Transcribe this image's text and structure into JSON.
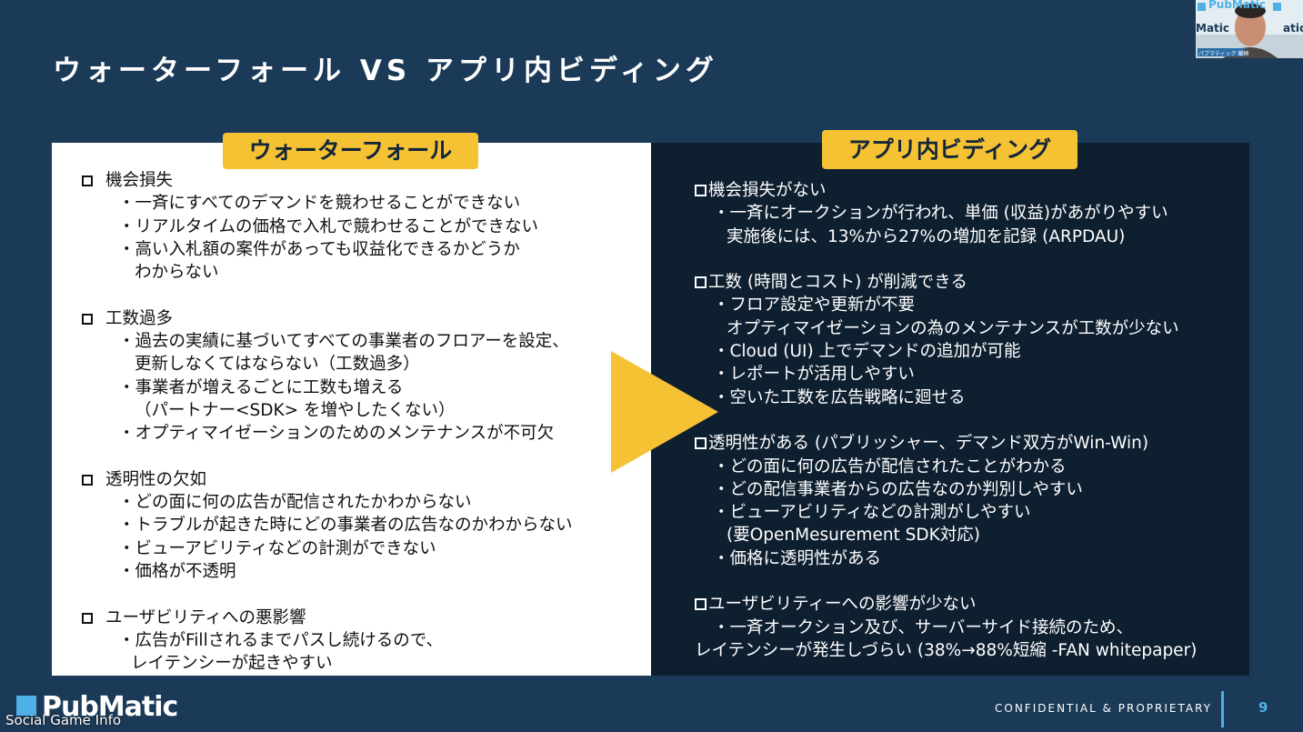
{
  "slide": {
    "title": "ウォーターフォール VS アプリ内ビディング",
    "page_number": "9",
    "footer": "CONFIDENTIAL & PROPRIETARY",
    "logo": "PubMatic",
    "watermark": "Social Game Info"
  },
  "webcam": {
    "text_top": "PubMatic",
    "text_mid": "Matic",
    "text_right": "atic",
    "caption": "パブマティック 藤崎"
  },
  "left": {
    "header": "ウォーターフォール",
    "rows": [
      "機会損失",
      "・一斉にすべてのデマンドを競わせることができない",
      "・リアルタイムの価格で入札で競わせることができない",
      "・高い入札額の案件があっても収益化できるかどうか",
      "わからない",
      "",
      "工数過多",
      "・過去の実績に基づいてすべての事業者のフロアーを設定、",
      "更新しなくてはならない（工数過多）",
      "・事業者が増えるごとに工数も増える",
      "（パートナー<SDK> を増やしたくない）",
      "・オプティマイゼーションのためのメンテナンスが不可欠",
      "",
      "透明性の欠如",
      "・どの面に何の広告が配信されたかわからない",
      "・トラブルが起きた時にどの事業者の広告なのかわからない",
      "・ビューアビリティなどの計測ができない",
      "・価格が不透明",
      "",
      "ユーザビリティへの悪影響",
      "・広告がFillされるまでパスし続けるので、",
      "レイテンシーが起きやすい"
    ]
  },
  "right": {
    "header": "アプリ内ビディング",
    "rows": [
      "機会損失がない",
      "・一斉にオークションが行われ、単価 (収益)があがりやすい",
      "実施後には、13%から27%の増加を記録 (ARPDAU)",
      "",
      "工数 (時間とコスト) が削減できる",
      "・フロア設定や更新が不要",
      "オプティマイゼーションの為のメンテナンスが工数が少ない",
      "・Cloud (UI) 上でデマンドの追加が可能",
      "・レポートが活用しやすい",
      "・空いた工数を広告戦略に廻せる",
      "",
      "透明性がある (パブリッシャー、デマンド双方がWin-Win)",
      "・どの面に何の広告が配信されたことがわかる",
      "・どの配信事業者からの広告なのか判別しやすい",
      "・ビューアビリティなどの計測がしやすい",
      "(要OpenMesurement SDK対応)",
      "・価格に透明性がある",
      "",
      "ユーザビリティーへの影響が少ない",
      "・一斉オークション及び、サーバーサイド接続のため、",
      "レイテンシーが発生しづらい (38%→88%短縮 -FAN whitepaper)"
    ]
  },
  "colors": {
    "background": "#1b3a57",
    "accent_yellow": "#f5c234",
    "accent_blue": "#4fb0e5",
    "dark_panel": "#0e1f30"
  }
}
